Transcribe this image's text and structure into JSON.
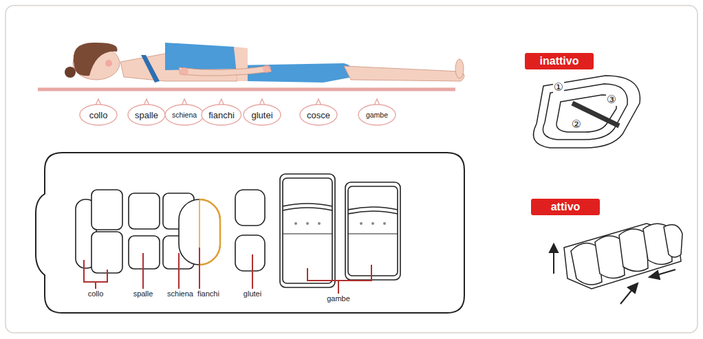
{
  "diagram": {
    "nodes": [
      {
        "text": [
          "collo"
        ]
      },
      {
        "text": [
          "spalle"
        ]
      },
      {
        "text": [
          "schiena"
        ]
      },
      {
        "text": [
          "fianchi"
        ]
      },
      {
        "text": [
          "glutei"
        ]
      },
      {
        "text": [
          "cosce"
        ]
      },
      {
        "text": [
          "gambe"
        ]
      },
      {
        "text": [
          "inattivo"
        ]
      },
      {
        "text": [
          "attivo"
        ]
      }
    ],
    "labels": [
      "①",
      "②",
      "③",
      "collo",
      "spalle",
      "schiena",
      "fianchi",
      "glutei",
      "gambe"
    ]
  }
}
